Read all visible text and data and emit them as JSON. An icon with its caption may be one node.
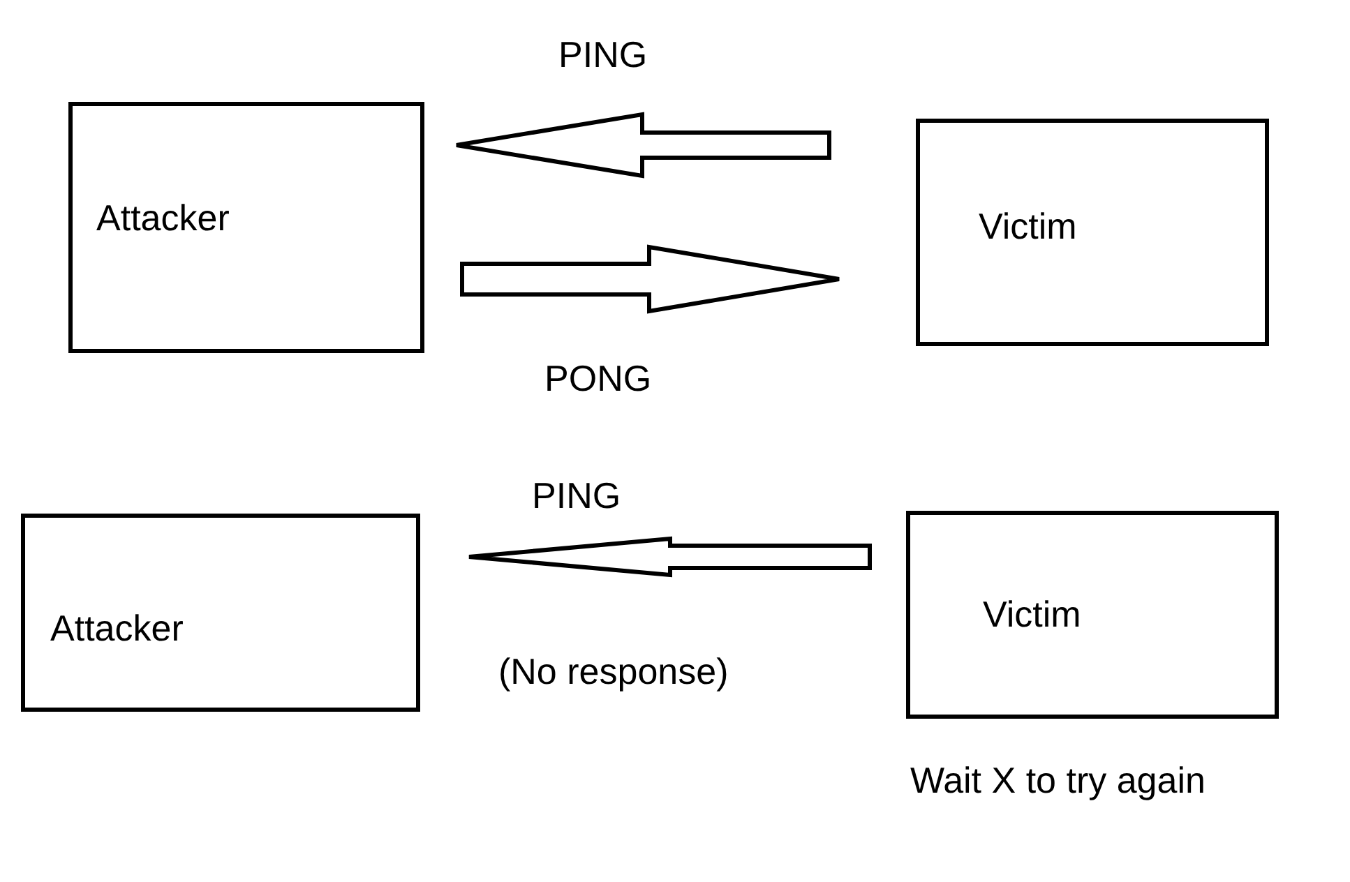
{
  "diagram": {
    "nodes": [
      {
        "text": [
          "Attacker"
        ]
      },
      {
        "text": [
          "Victim"
        ]
      },
      {
        "text": [
          "Attacker"
        ]
      },
      {
        "text": [
          "Victim"
        ],
        "beside": [
          "Wait X to try again"
        ]
      }
    ],
    "edges": [
      {
        "from": 1,
        "to": 0,
        "arrow": "to",
        "label": "PING"
      },
      {
        "from": 0,
        "to": 1,
        "arrow": "to",
        "label": "PONG"
      },
      {
        "from": 3,
        "to": 2,
        "arrow": "to",
        "label": "PING"
      }
    ],
    "labels": [
      "(No response)"
    ]
  }
}
